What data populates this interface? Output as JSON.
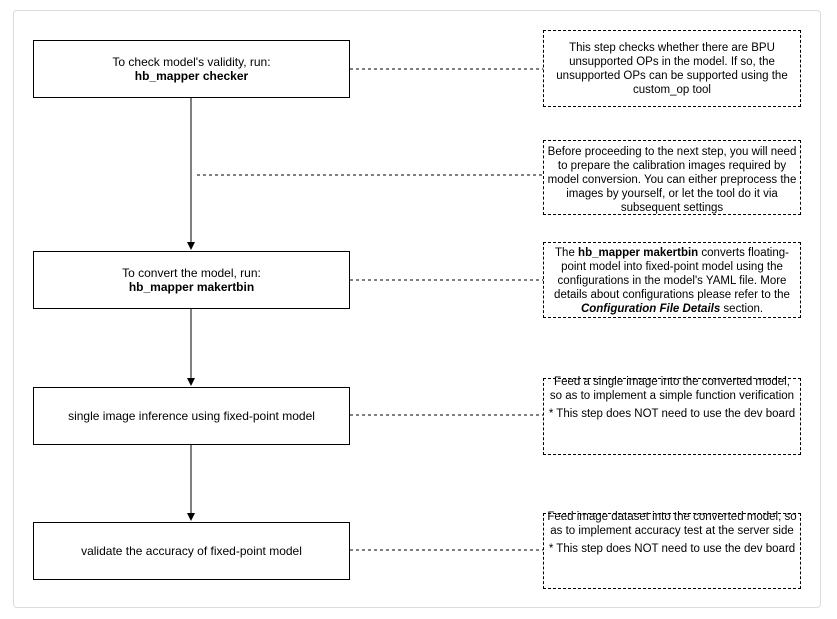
{
  "steps": [
    {
      "line1": "To check model's validity, run:",
      "cmd": "hb_mapper checker"
    },
    {
      "line1": "To convert the model, run:",
      "cmd": "hb_mapper makertbin"
    },
    {
      "line1": "single image inference using fixed-point model"
    },
    {
      "line1": "validate the accuracy of fixed-point model"
    }
  ],
  "notes": {
    "checker": "This step checks whether there are BPU unsupported OPs in the model. If so, the unsupported OPs can be supported using the custom_op tool",
    "calibration": "Before proceeding to the next step, you will need to prepare the calibration images required by model conversion. You can either preprocess the images by yourself, or let the tool do it via subsequent settings",
    "makertbin": {
      "t1": "The ",
      "b1": "hb_mapper makertbin",
      "t2": " converts floating-point model into fixed-point model using the configurations in the model's YAML file. More details about configurations please refer to the ",
      "b2": "Configuration File Details",
      "t3": " section."
    },
    "inference": {
      "text": "Feed a single image into the converted model, so as to implement a simple function verification",
      "footnote": "* This step does NOT need to use the dev board"
    },
    "accuracy": {
      "text": "Feed image dataset into the converted model, so as to implement accuracy test at the server side",
      "footnote": "* This step does NOT need to use the dev board"
    }
  },
  "colors": {
    "line": "#000000",
    "frame": "#dcdcdc"
  }
}
